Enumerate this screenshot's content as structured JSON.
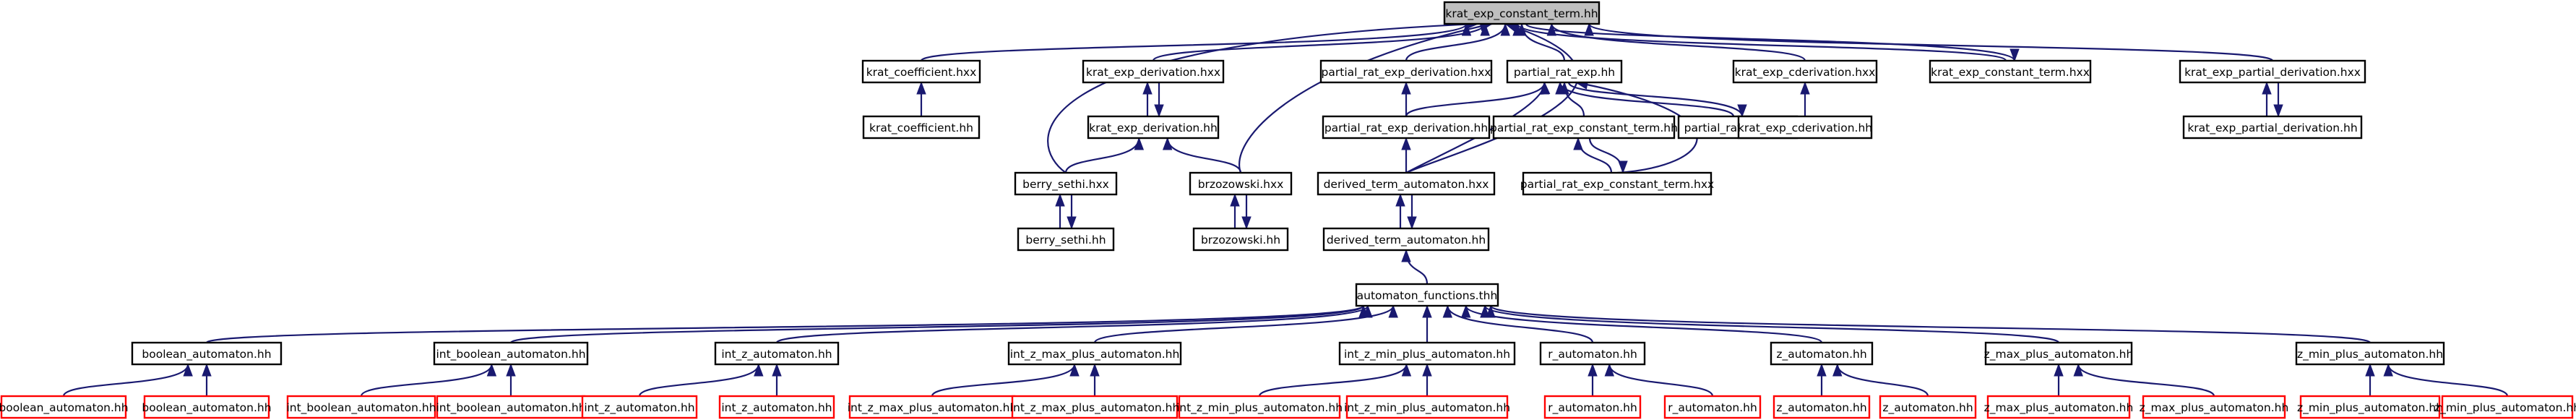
{
  "colors": {
    "edge": "#191970",
    "leaf_border": "#ff0000",
    "root_fill": "#bfbfbf",
    "node_border": "#000000"
  },
  "nodes": [
    {
      "id": "root",
      "label": "krat_exp_constant_term.hh",
      "style": "root"
    },
    {
      "id": "kc_hxx",
      "label": "krat_coefficient.hxx"
    },
    {
      "id": "kc_hh",
      "label": "krat_coefficient.hh"
    },
    {
      "id": "ked_hxx",
      "label": "krat_exp_derivation.hxx"
    },
    {
      "id": "ked_hh",
      "label": "krat_exp_derivation.hh"
    },
    {
      "id": "pred_hxx",
      "label": "partial_rat_exp_derivation.hxx"
    },
    {
      "id": "pred_hh",
      "label": "partial_rat_exp_derivation.hh"
    },
    {
      "id": "pre_hh",
      "label": "partial_rat_exp.hh"
    },
    {
      "id": "pre_hxx",
      "label": "partial_rat_exp.hxx"
    },
    {
      "id": "prect_hh",
      "label": "partial_rat_exp_constant_term.hh"
    },
    {
      "id": "prect_hxx",
      "label": "partial_rat_exp_constant_term.hxx"
    },
    {
      "id": "kecd_hxx",
      "label": "krat_exp_cderivation.hxx"
    },
    {
      "id": "kecd_hh",
      "label": "krat_exp_cderivation.hh"
    },
    {
      "id": "kect_hxx",
      "label": "krat_exp_constant_term.hxx"
    },
    {
      "id": "kepd_hxx",
      "label": "krat_exp_partial_derivation.hxx"
    },
    {
      "id": "kepd_hh",
      "label": "krat_exp_partial_derivation.hh"
    },
    {
      "id": "bs_hxx",
      "label": "berry_sethi.hxx"
    },
    {
      "id": "bs_hh",
      "label": "berry_sethi.hh"
    },
    {
      "id": "bz_hxx",
      "label": "brzozowski.hxx"
    },
    {
      "id": "bz_hh",
      "label": "brzozowski.hh"
    },
    {
      "id": "dta_hxx",
      "label": "derived_term_automaton.hxx"
    },
    {
      "id": "dta_hh",
      "label": "derived_term_automaton.hh"
    },
    {
      "id": "af",
      "label": "automaton_functions.thh"
    },
    {
      "id": "ba",
      "label": "boolean_automaton.hh"
    },
    {
      "id": "iba",
      "label": "int_boolean_automaton.hh"
    },
    {
      "id": "iza",
      "label": "int_z_automaton.hh"
    },
    {
      "id": "izmxa",
      "label": "int_z_max_plus_automaton.hh"
    },
    {
      "id": "izmna",
      "label": "int_z_min_plus_automaton.hh"
    },
    {
      "id": "ra",
      "label": "r_automaton.hh"
    },
    {
      "id": "za",
      "label": "z_automaton.hh"
    },
    {
      "id": "zmxa",
      "label": "z_max_plus_automaton.hh"
    },
    {
      "id": "zmna",
      "label": "z_min_plus_automaton.hh"
    },
    {
      "id": "ba_l1",
      "label": "boolean_automaton.hh",
      "style": "leaf"
    },
    {
      "id": "ba_l2",
      "label": "boolean_automaton.hh",
      "style": "leaf"
    },
    {
      "id": "iba_l1",
      "label": "int_boolean_automaton.hh",
      "style": "leaf"
    },
    {
      "id": "iba_l2",
      "label": "int_boolean_automaton.hh",
      "style": "leaf"
    },
    {
      "id": "iza_l1",
      "label": "int_z_automaton.hh",
      "style": "leaf"
    },
    {
      "id": "iza_l2",
      "label": "int_z_automaton.hh",
      "style": "leaf"
    },
    {
      "id": "izmxa_l1",
      "label": "int_z_max_plus_automaton.hh",
      "style": "leaf"
    },
    {
      "id": "izmxa_l2",
      "label": "int_z_max_plus_automaton.hh",
      "style": "leaf"
    },
    {
      "id": "izmna_l1",
      "label": "int_z_min_plus_automaton.hh",
      "style": "leaf"
    },
    {
      "id": "izmna_l2",
      "label": "int_z_min_plus_automaton.hh",
      "style": "leaf"
    },
    {
      "id": "ra_l1",
      "label": "r_automaton.hh",
      "style": "leaf"
    },
    {
      "id": "ra_l2",
      "label": "r_automaton.hh",
      "style": "leaf"
    },
    {
      "id": "za_l1",
      "label": "z_automaton.hh",
      "style": "leaf"
    },
    {
      "id": "za_l2",
      "label": "z_automaton.hh",
      "style": "leaf"
    },
    {
      "id": "zmxa_l1",
      "label": "z_max_plus_automaton.hh",
      "style": "leaf"
    },
    {
      "id": "zmxa_l2",
      "label": "z_max_plus_automaton.hh",
      "style": "leaf"
    },
    {
      "id": "zmna_l1",
      "label": "z_min_plus_automaton.hh",
      "style": "leaf"
    },
    {
      "id": "zmna_l2",
      "label": "z_min_plus_automaton.hh",
      "style": "leaf"
    }
  ],
  "edges": [
    {
      "from": "kc_hxx",
      "to": "root"
    },
    {
      "from": "ked_hxx",
      "to": "root"
    },
    {
      "from": "pred_hxx",
      "to": "root"
    },
    {
      "from": "pre_hh",
      "to": "root"
    },
    {
      "from": "kecd_hxx",
      "to": "root"
    },
    {
      "from": "kect_hxx",
      "to": "root"
    },
    {
      "from": "kepd_hxx",
      "to": "root"
    },
    {
      "from": "bs_hxx",
      "to": "root"
    },
    {
      "from": "bz_hxx",
      "to": "root"
    },
    {
      "from": "dta_hxx",
      "to": "root"
    },
    {
      "from": "root",
      "to": "kect_hxx"
    },
    {
      "from": "kc_hh",
      "to": "kc_hxx"
    },
    {
      "from": "ked_hh",
      "to": "ked_hxx"
    },
    {
      "from": "ked_hxx",
      "to": "ked_hh"
    },
    {
      "from": "bs_hxx",
      "to": "ked_hh"
    },
    {
      "from": "bz_hxx",
      "to": "ked_hh"
    },
    {
      "from": "pred_hh",
      "to": "pred_hxx"
    },
    {
      "from": "pred_hh",
      "to": "pre_hh"
    },
    {
      "from": "prect_hh",
      "to": "pre_hh"
    },
    {
      "from": "pre_hxx",
      "to": "pre_hh"
    },
    {
      "from": "pre_hh",
      "to": "pre_hxx"
    },
    {
      "from": "dta_hxx",
      "to": "pre_hh"
    },
    {
      "from": "prect_hxx",
      "to": "pre_hh"
    },
    {
      "from": "prect_hxx",
      "to": "prect_hh"
    },
    {
      "from": "prect_hh",
      "to": "prect_hxx"
    },
    {
      "from": "dta_hxx",
      "to": "pred_hh"
    },
    {
      "from": "kecd_hh",
      "to": "kecd_hxx"
    },
    {
      "from": "kepd_hh",
      "to": "kepd_hxx"
    },
    {
      "from": "kepd_hxx",
      "to": "kepd_hh"
    },
    {
      "from": "bs_hh",
      "to": "bs_hxx"
    },
    {
      "from": "bs_hxx",
      "to": "bs_hh"
    },
    {
      "from": "bz_hh",
      "to": "bz_hxx"
    },
    {
      "from": "bz_hxx",
      "to": "bz_hh"
    },
    {
      "from": "dta_hh",
      "to": "dta_hxx"
    },
    {
      "from": "dta_hxx",
      "to": "dta_hh"
    },
    {
      "from": "af",
      "to": "dta_hh"
    },
    {
      "from": "ba",
      "to": "af"
    },
    {
      "from": "iba",
      "to": "af"
    },
    {
      "from": "iza",
      "to": "af"
    },
    {
      "from": "izmxa",
      "to": "af"
    },
    {
      "from": "izmna",
      "to": "af"
    },
    {
      "from": "ra",
      "to": "af"
    },
    {
      "from": "za",
      "to": "af"
    },
    {
      "from": "zmxa",
      "to": "af"
    },
    {
      "from": "zmna",
      "to": "af"
    },
    {
      "from": "ba_l1",
      "to": "ba"
    },
    {
      "from": "ba_l2",
      "to": "ba"
    },
    {
      "from": "iba_l1",
      "to": "iba"
    },
    {
      "from": "iba_l2",
      "to": "iba"
    },
    {
      "from": "iza_l1",
      "to": "iza"
    },
    {
      "from": "iza_l2",
      "to": "iza"
    },
    {
      "from": "izmxa_l1",
      "to": "izmxa"
    },
    {
      "from": "izmxa_l2",
      "to": "izmxa"
    },
    {
      "from": "izmna_l1",
      "to": "izmna"
    },
    {
      "from": "izmna_l2",
      "to": "izmna"
    },
    {
      "from": "ra_l1",
      "to": "ra"
    },
    {
      "from": "ra_l2",
      "to": "ra"
    },
    {
      "from": "za_l1",
      "to": "za"
    },
    {
      "from": "za_l2",
      "to": "za"
    },
    {
      "from": "zmxa_l1",
      "to": "zmxa"
    },
    {
      "from": "zmxa_l2",
      "to": "zmxa"
    },
    {
      "from": "zmna_l1",
      "to": "zmna"
    },
    {
      "from": "zmna_l2",
      "to": "zmna"
    }
  ]
}
